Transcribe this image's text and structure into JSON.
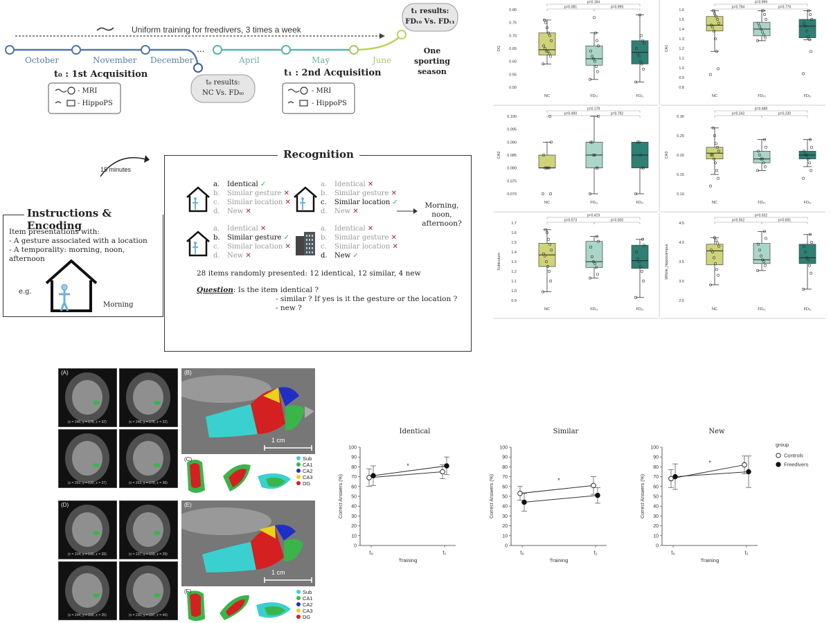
{
  "timeline": {
    "training_label": "Uniform training for freedivers, 3 times a week",
    "months1": [
      "October",
      "November",
      "December"
    ],
    "ellipsis": "...",
    "months2": [
      "April",
      "May",
      "June"
    ],
    "t0_title": "t₀ : 1st Acquisition",
    "t0_items": [
      "- MRI",
      "- HippoPS"
    ],
    "t0_results_line1": "t₀ results:",
    "t0_results_line2": "NC Vs. FDₜ₀",
    "t1_title": "t₁ : 2nd Acquisition",
    "t1_items": [
      "- MRI",
      "- HippoPS"
    ],
    "t1_results_line1": "t₁ results:",
    "t1_results_line2": "FDₜ₀ Vs. FDₜ₁",
    "season_line1": "One sporting",
    "season_line2": "season"
  },
  "protocol": {
    "delay_label": "15 minutes",
    "encoding_title": "Instructions & Encoding",
    "encoding_lines": [
      "Item presentations with:",
      "- A gesture associated with a location",
      "- A temporality: morning, noon, afternoon"
    ],
    "eg_label": "e.g.",
    "eg_time": "Morning",
    "recognition_title": "Recognition",
    "blocks": [
      {
        "items": [
          {
            "l": "a.",
            "t": "Identical",
            "mark": "check",
            "bold": true
          },
          {
            "l": "b.",
            "t": "Similar gesture",
            "mark": "cross",
            "bold": false
          },
          {
            "l": "c.",
            "t": "Similar location",
            "mark": "cross",
            "bold": false
          },
          {
            "l": "d.",
            "t": "New",
            "mark": "cross",
            "bold": false
          }
        ]
      },
      {
        "items": [
          {
            "l": "a.",
            "t": "Identical",
            "mark": "cross",
            "bold": false
          },
          {
            "l": "b.",
            "t": "Similar gesture",
            "mark": "cross",
            "bold": false
          },
          {
            "l": "c.",
            "t": "Similar location",
            "mark": "check",
            "bold": true
          },
          {
            "l": "d.",
            "t": "New",
            "mark": "cross",
            "bold": false
          }
        ]
      },
      {
        "items": [
          {
            "l": "a.",
            "t": "Identical",
            "mark": "cross",
            "bold": false
          },
          {
            "l": "b.",
            "t": "Similar gesture",
            "mark": "check",
            "bold": true
          },
          {
            "l": "c.",
            "t": "Similar location",
            "mark": "cross",
            "bold": false
          },
          {
            "l": "d.",
            "t": "New",
            "mark": "cross",
            "bold": false
          }
        ]
      },
      {
        "items": [
          {
            "l": "a.",
            "t": "Identical",
            "mark": "cross",
            "bold": false
          },
          {
            "l": "b.",
            "t": "Similar gesture",
            "mark": "cross",
            "bold": false
          },
          {
            "l": "c.",
            "t": "Similar location",
            "mark": "cross",
            "bold": false
          },
          {
            "l": "d.",
            "t": "New",
            "mark": "check",
            "bold": true
          }
        ]
      }
    ],
    "time_question_line1": "Morning,",
    "time_question_line2": "noon,",
    "time_question_line3": "afternoon?",
    "items_note": "28 items randomly presented: 12 identical, 12 similar, 4 new",
    "question_label": "Question",
    "question_lead": ": Is the item",
    "question_options": [
      "- identical ?",
      "- similar ? If yes is it the gesture or the location ?",
      "- new ?"
    ]
  },
  "boxplots": {
    "groups": [
      "NC",
      "FDₜ₀",
      "FDₜ₁"
    ],
    "colors": [
      "#cfd37a",
      "#a9d6c8",
      "#2e7f74"
    ],
    "panels": [
      {
        "ylabel": "DG",
        "ylim": [
          0.5,
          0.8
        ],
        "ticks": [
          "0.80",
          "0.75",
          "0.70",
          "0.65",
          "0.60",
          "0.55",
          "0.50"
        ],
        "p_top": "p=0.184",
        "p_left": "p=0.081",
        "p_right": "p=0.999",
        "boxes": [
          {
            "lo": 0.59,
            "q1": 0.625,
            "med": 0.645,
            "q3": 0.71,
            "hi": 0.76
          },
          {
            "lo": 0.53,
            "q1": 0.585,
            "med": 0.61,
            "q3": 0.66,
            "hi": 0.71
          },
          {
            "lo": 0.52,
            "q1": 0.59,
            "med": 0.635,
            "q3": 0.68,
            "hi": 0.78
          }
        ],
        "points": [
          [
            0.59,
            0.62,
            0.63,
            0.64,
            0.64,
            0.65,
            0.66,
            0.68,
            0.7,
            0.71,
            0.73,
            0.75,
            0.76
          ],
          [
            0.53,
            0.56,
            0.58,
            0.6,
            0.61,
            0.62,
            0.64,
            0.66,
            0.68,
            0.71,
            0.77
          ],
          [
            0.52,
            0.57,
            0.59,
            0.6,
            0.62,
            0.63,
            0.65,
            0.67,
            0.68,
            0.7,
            0.78
          ]
        ]
      },
      {
        "ylabel": "CA1",
        "ylim": [
          0.8,
          1.6
        ],
        "ticks": [
          "1.6",
          "1.5",
          "1.4",
          "1.3",
          "1.2",
          "1.1",
          "1.0",
          "0.9",
          "0.8"
        ],
        "p_top": "p=0.999",
        "p_left": "p=0.784",
        "p_right": "p=0.776",
        "boxes": [
          {
            "lo": 1.17,
            "q1": 1.38,
            "med": 1.44,
            "q3": 1.53,
            "hi": 1.59
          },
          {
            "lo": 1.28,
            "q1": 1.33,
            "med": 1.4,
            "q3": 1.47,
            "hi": 1.59
          },
          {
            "lo": 1.29,
            "q1": 1.31,
            "med": 1.43,
            "q3": 1.5,
            "hi": 1.59
          }
        ],
        "points": [
          [
            0.93,
            0.99,
            1.17,
            1.3,
            1.38,
            1.42,
            1.44,
            1.46,
            1.5,
            1.53,
            1.56,
            1.59
          ],
          [
            1.28,
            1.31,
            1.34,
            1.37,
            1.4,
            1.43,
            1.46,
            1.5,
            1.55,
            1.59
          ],
          [
            0.94,
            1.17,
            1.29,
            1.32,
            1.38,
            1.43,
            1.46,
            1.5,
            1.55,
            1.59
          ]
        ]
      },
      {
        "ylabel": "CA2",
        "ylim": [
          0.07,
          0.1
        ],
        "ticks": [
          "0.100",
          "0.095",
          "0.090",
          "0.085",
          "0.080",
          "0.075",
          "0.070"
        ],
        "p_top": "p=0.178",
        "p_left": "p=0.490",
        "p_right": "p=0.792",
        "boxes": [
          {
            "lo": 0.08,
            "q1": 0.08,
            "med": 0.08,
            "q3": 0.085,
            "hi": 0.09
          },
          {
            "lo": 0.07,
            "q1": 0.08,
            "med": 0.085,
            "q3": 0.09,
            "hi": 0.1
          },
          {
            "lo": 0.07,
            "q1": 0.08,
            "med": 0.085,
            "q3": 0.09,
            "hi": 0.09
          }
        ],
        "points": [
          [
            0.07,
            0.07,
            0.08,
            0.08,
            0.08,
            0.08,
            0.085,
            0.09,
            0.1
          ],
          [
            0.07,
            0.08,
            0.08,
            0.085,
            0.085,
            0.09,
            0.09,
            0.1
          ],
          [
            0.07,
            0.08,
            0.08,
            0.085,
            0.09,
            0.09
          ]
        ]
      },
      {
        "ylabel": "CA3",
        "ylim": [
          0.1,
          0.3
        ],
        "ticks": [
          "0.30",
          "0.25",
          "0.20",
          "0.15",
          "0.10"
        ],
        "p_top": "p=0.488",
        "p_left": "p=0.243",
        "p_right": "p=0.230",
        "boxes": [
          {
            "lo": 0.15,
            "q1": 0.19,
            "med": 0.205,
            "q3": 0.22,
            "hi": 0.27
          },
          {
            "lo": 0.16,
            "q1": 0.18,
            "med": 0.19,
            "q3": 0.21,
            "hi": 0.24
          },
          {
            "lo": 0.17,
            "q1": 0.19,
            "med": 0.2,
            "q3": 0.21,
            "hi": 0.24
          }
        ],
        "points": [
          [
            0.12,
            0.14,
            0.16,
            0.18,
            0.19,
            0.2,
            0.2,
            0.21,
            0.22,
            0.23,
            0.25,
            0.27
          ],
          [
            0.16,
            0.17,
            0.18,
            0.19,
            0.19,
            0.2,
            0.21,
            0.22,
            0.24
          ],
          [
            0.14,
            0.16,
            0.18,
            0.19,
            0.2,
            0.2,
            0.21,
            0.22,
            0.24
          ]
        ]
      },
      {
        "ylabel": "Subiculum",
        "ylim": [
          0.9,
          1.7
        ],
        "ticks": [
          "1.7",
          "1.6",
          "1.5",
          "1.4",
          "1.3",
          "1.2",
          "1.1",
          "1.0",
          "0.9"
        ],
        "p_top": "p=0.419",
        "p_left": "p=0.573",
        "p_right": "p=0.500",
        "boxes": [
          {
            "lo": 0.99,
            "q1": 1.25,
            "med": 1.37,
            "q3": 1.49,
            "hi": 1.63
          },
          {
            "lo": 1.13,
            "q1": 1.24,
            "med": 1.3,
            "q3": 1.51,
            "hi": 1.56
          },
          {
            "lo": 0.93,
            "q1": 1.23,
            "med": 1.31,
            "q3": 1.47,
            "hi": 1.53
          }
        ],
        "points": [
          [
            0.99,
            1.1,
            1.2,
            1.25,
            1.3,
            1.36,
            1.38,
            1.42,
            1.48,
            1.53,
            1.6,
            1.63
          ],
          [
            1.13,
            1.17,
            1.24,
            1.28,
            1.3,
            1.35,
            1.45,
            1.51,
            1.56
          ],
          [
            0.93,
            1.1,
            1.2,
            1.25,
            1.3,
            1.33,
            1.4,
            1.47,
            1.53
          ]
        ]
      },
      {
        "ylabel": "Whole_hippocampus",
        "ylim": [
          2.5,
          4.5
        ],
        "ticks": [
          "4.5",
          "4.0",
          "3.5",
          "3.0",
          "2.5"
        ],
        "p_top": "p=0.532",
        "p_left": "p=0.552",
        "p_right": "p=0.691",
        "boxes": [
          {
            "lo": 2.9,
            "q1": 3.42,
            "med": 3.78,
            "q3": 3.95,
            "hi": 4.12
          },
          {
            "lo": 3.27,
            "q1": 3.45,
            "med": 3.55,
            "q3": 3.97,
            "hi": 4.28
          },
          {
            "lo": 2.79,
            "q1": 3.45,
            "med": 3.6,
            "q3": 3.95,
            "hi": 4.2
          }
        ],
        "points": [
          [
            2.9,
            3.15,
            3.3,
            3.45,
            3.6,
            3.75,
            3.8,
            3.9,
            3.98,
            4.05,
            4.12
          ],
          [
            3.27,
            3.4,
            3.5,
            3.55,
            3.65,
            3.8,
            3.95,
            4.1,
            4.28
          ],
          [
            2.79,
            3.2,
            3.4,
            3.55,
            3.6,
            3.75,
            3.9,
            4.0,
            4.2
          ]
        ]
      }
    ]
  },
  "mri": {
    "panel_labels": [
      "(A)",
      "(B)",
      "(C)",
      "(D)",
      "(E)",
      "(F)"
    ],
    "coords_top": [
      "(x = 246, y = 176, z = 32)",
      "(x = 246, y = 176, z = 32)",
      "(x = 252, y = 132, z = 37)",
      "(x = 253, y = 179, z = 38)"
    ],
    "coords_bottom": [
      "(x = 234, y = 190, z = 28)",
      "(x = 237, y = 193, z = 29)",
      "(x = 244, y = 192, z = 35)",
      "(x = 230, y = 197, z = 44)"
    ],
    "scale_label": "1 cm",
    "legend": [
      {
        "name": "Sub",
        "color": "#3ad0d0"
      },
      {
        "name": "CA1",
        "color": "#3ab54a"
      },
      {
        "name": "CA2",
        "color": "#1f2fc4"
      },
      {
        "name": "CA3",
        "color": "#e8d21a"
      },
      {
        "name": "DG",
        "color": "#d42020"
      }
    ]
  },
  "chart_data": {
    "type": "line",
    "ylabel": "Correct Answers (%)",
    "xlabel": "Training",
    "categories": [
      "t₀",
      "t₁"
    ],
    "ylim": [
      0,
      100
    ],
    "yticks": [
      0,
      10,
      20,
      30,
      40,
      50,
      60,
      70,
      80,
      90,
      100
    ],
    "legend_title": "group",
    "legend": [
      "Controls",
      "Freedivers"
    ],
    "panels": [
      {
        "title": "Identical",
        "star": "*",
        "series": [
          {
            "name": "Controls",
            "values": [
              69,
              75
            ],
            "err": [
              9,
              7
            ]
          },
          {
            "name": "Freedivers",
            "values": [
              71,
              81
            ],
            "err": [
              10,
              9
            ]
          }
        ]
      },
      {
        "title": "Similar",
        "star": "*",
        "series": [
          {
            "name": "Controls",
            "values": [
              53,
              61
            ],
            "err": [
              7,
              9
            ]
          },
          {
            "name": "Freedivers",
            "values": [
              44,
              51
            ],
            "err": [
              9,
              8
            ]
          }
        ]
      },
      {
        "title": "New",
        "star": "*",
        "series": [
          {
            "name": "Controls",
            "values": [
              68,
              82
            ],
            "err": [
              9,
              9
            ]
          },
          {
            "name": "Freedivers",
            "values": [
              70,
              75
            ],
            "err": [
              13,
              16
            ]
          }
        ]
      }
    ]
  }
}
